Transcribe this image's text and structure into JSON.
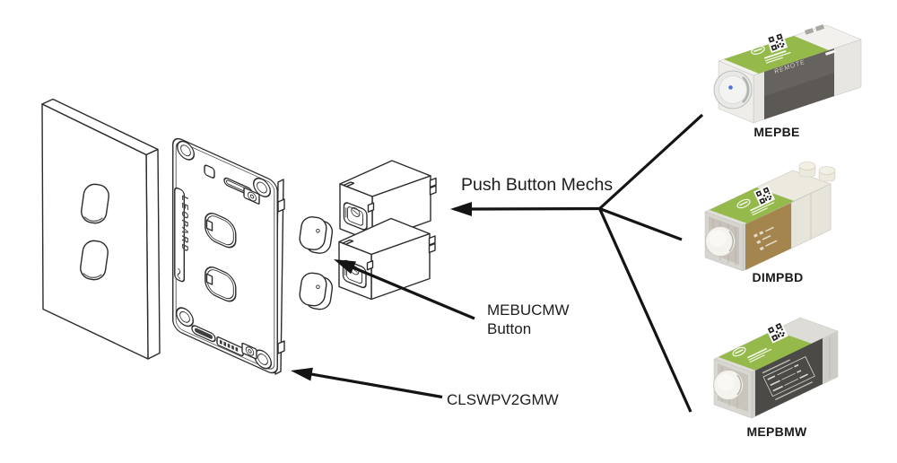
{
  "figure": {
    "callouts": {
      "push_button_mechs": "Push Button Mechs",
      "mebucmw": {
        "line1": "MEBUCMW",
        "line2": "Button"
      },
      "cover_plate_code": "CLSWPV2GMW"
    },
    "grid_plate": {
      "brand": "LEOPARD"
    },
    "products": [
      {
        "name": "MEPBE",
        "side_text": "REMOTE"
      },
      {
        "name": "DIMPBD",
        "side_text": ""
      },
      {
        "name": "MEPBMW",
        "side_text": ""
      }
    ],
    "colors": {
      "line_art": "#2b2b2b",
      "callout_text": "#1d1d1b",
      "label_green": "#95ba4b",
      "band_grey": "#66625e",
      "label_bronze": "#a5854e",
      "label_dark": "#4b4a46",
      "led_blue": "#5470d6",
      "white_plastic": "#eceae4",
      "clear_plastic": "#d9d8d3"
    }
  }
}
